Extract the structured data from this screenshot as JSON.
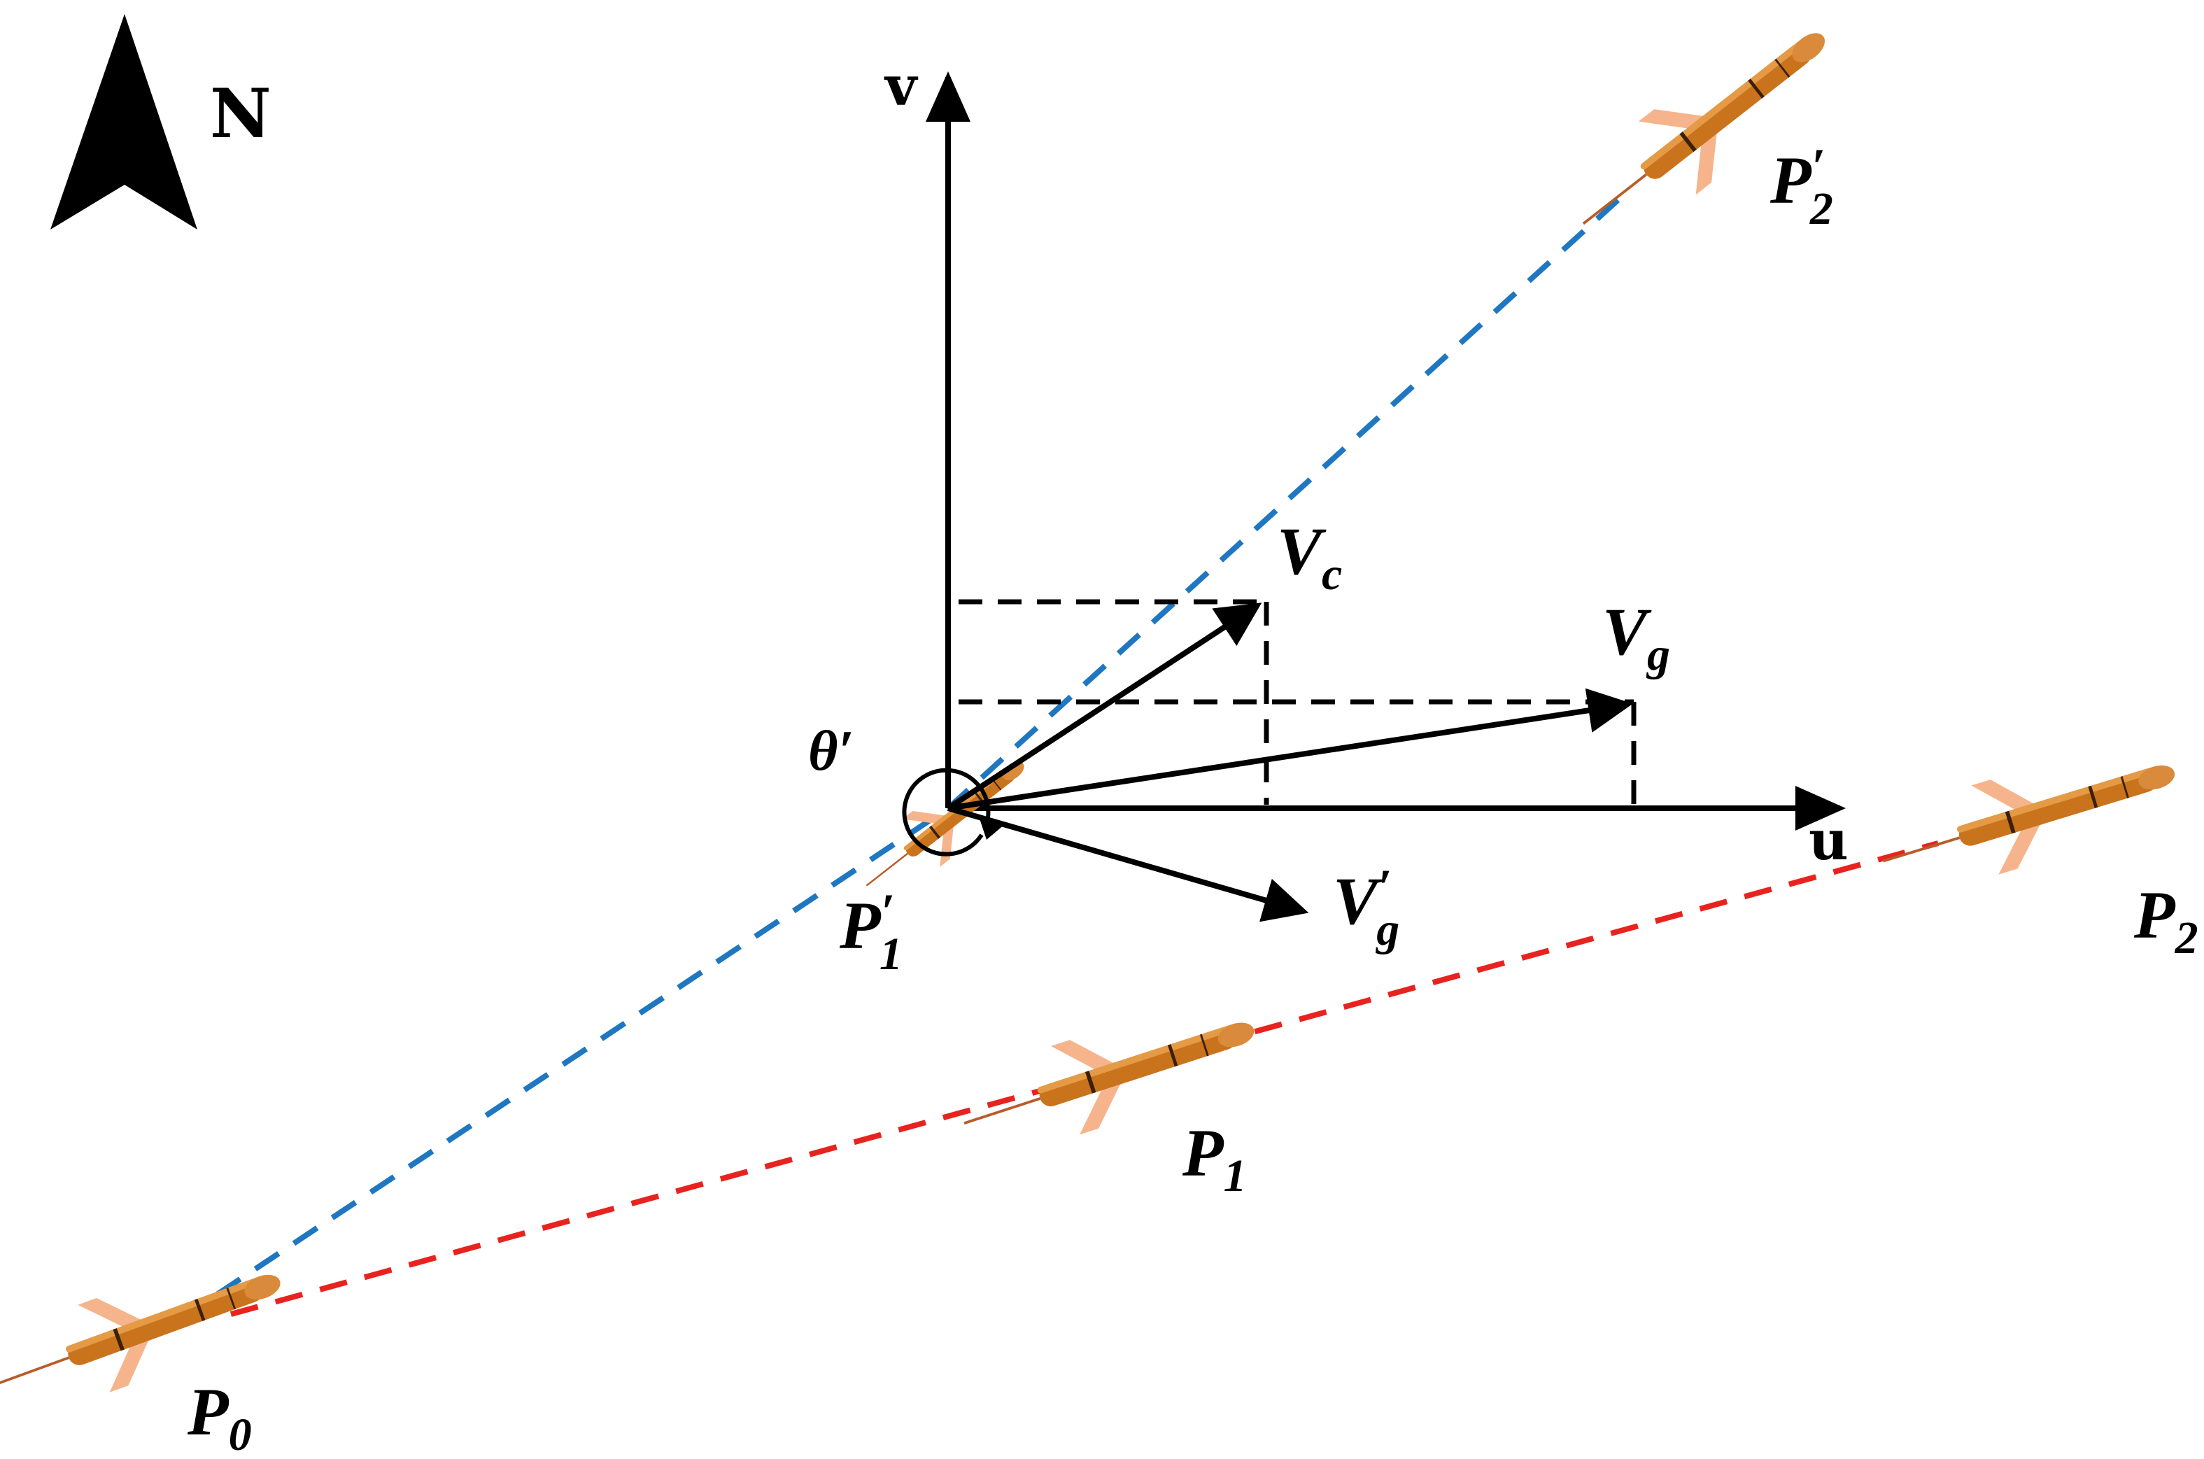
{
  "compass": {
    "label": "N"
  },
  "axes": {
    "u_label": "u",
    "v_label": "v"
  },
  "labels": {
    "angle": {
      "main": "θ",
      "prime": "′"
    },
    "vc": {
      "main": "V",
      "sub": "c"
    },
    "vg": {
      "main": "V",
      "sub": "g"
    },
    "vg_prime": {
      "main": "V",
      "prime": "′",
      "sub": "g"
    },
    "p0": {
      "main": "P",
      "sub": "0"
    },
    "p1": {
      "main": "P",
      "sub": "1"
    },
    "p2": {
      "main": "P",
      "sub": "2"
    },
    "p1_prime": {
      "main": "P",
      "prime": "′",
      "sub": "1"
    },
    "p2_prime": {
      "main": "P",
      "prime": "′",
      "sub": "2"
    }
  },
  "colors": {
    "planned_path": "#e8231f",
    "actual_path": "#1f77c1",
    "vector": "#000000",
    "glider_body": "#c9731c",
    "glider_wing": "#f6b48c"
  },
  "paths": {
    "planned": [
      "P0",
      "P1",
      "P2"
    ],
    "actual": [
      "P0",
      "P1′",
      "P2′"
    ]
  },
  "icons": [
    "north-arrow-icon",
    "underwater-glider-icon"
  ]
}
